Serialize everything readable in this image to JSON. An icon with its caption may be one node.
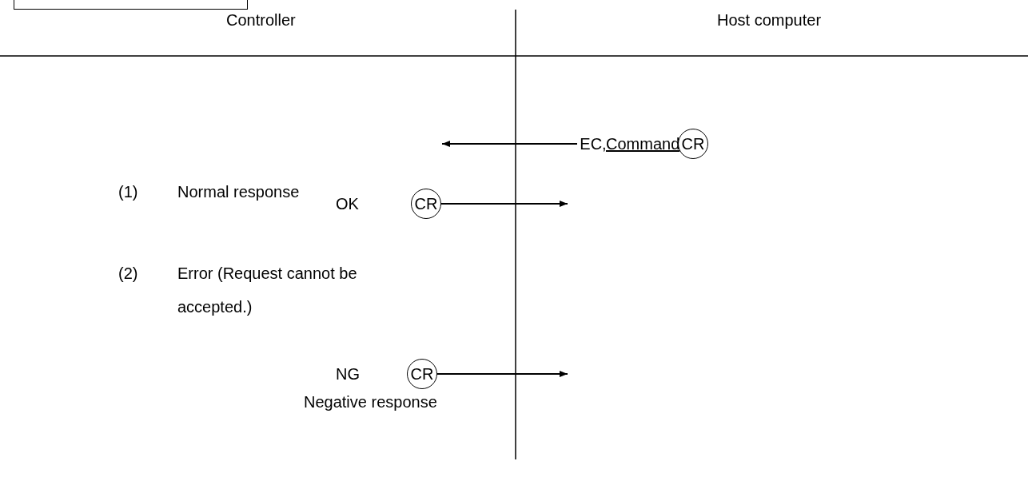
{
  "diagram": {
    "nodes": [
      {
        "text": [],
        "shape": "box"
      },
      {
        "text": [
          "EC,"
        ]
      },
      {
        "text": [
          "CR"
        ]
      },
      {
        "text": [
          "CR"
        ]
      },
      {
        "text": [
          "CR"
        ]
      }
    ],
    "edges": [
      {
        "from": 1,
        "to": null,
        "arrow": "to"
      },
      {
        "from": 3,
        "to": null,
        "arrow": "to"
      },
      {
        "from": 4,
        "to": null,
        "arrow": "to"
      }
    ],
    "labels": [
      "Controller",
      "Host computer",
      "Command",
      "(1)",
      "Normal response",
      "OK",
      "(2)",
      "Error (Request cannot be accepted.)",
      "NG",
      "Negative response"
    ]
  }
}
